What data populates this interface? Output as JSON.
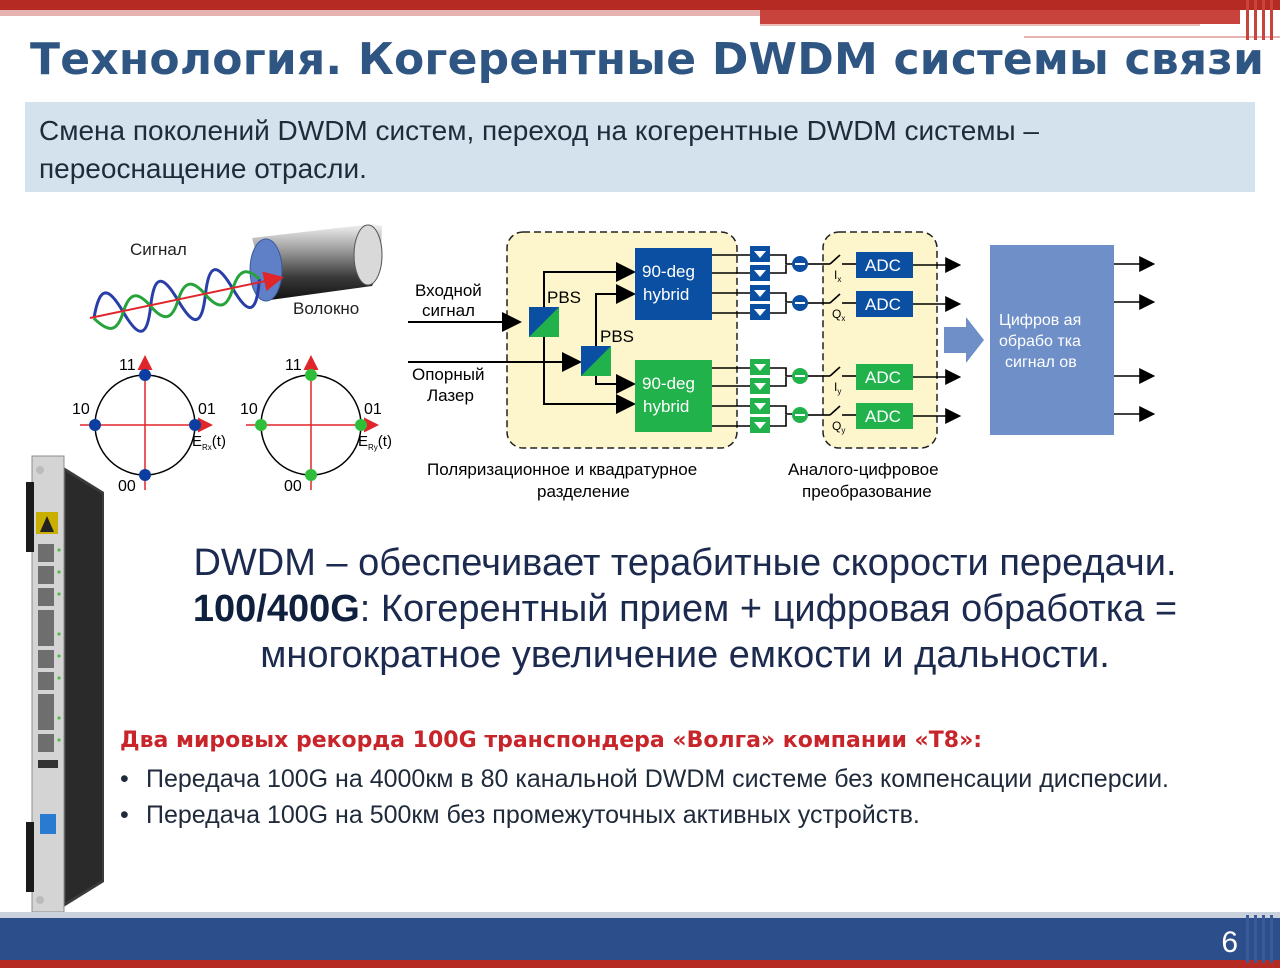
{
  "slide": {
    "title": "Технология. Когерентные DWDM системы связи",
    "subtitle_line1": "Смена поколений DWDM систем, переход на когерентные DWDM системы –",
    "subtitle_line2": "переоснащение отрасли.",
    "page_number": "6"
  },
  "diagram": {
    "signal_label": "Сигнал",
    "fiber_label": "Волокно",
    "input_signal_line1": "Входной",
    "input_signal_line2": "сигнал",
    "ref_laser_line1": "Опорный",
    "ref_laser_line2": "Лазер",
    "pbs_label": "PBS",
    "hybrid_line1": "90-deg",
    "hybrid_line2": "hybrid",
    "adc_label": "ADC",
    "i_x": "I",
    "i_x_sub": "x",
    "q_x": "Q",
    "q_x_sub": "x",
    "i_y": "I",
    "i_y_sub": "y",
    "q_y": "Q",
    "q_y_sub": "y",
    "dsp_line1": "Цифров ая",
    "dsp_line2": "обрабо тка",
    "dsp_line3": "сигнал ов",
    "polar_caption_line1": "Поляризационное и квадратурное",
    "polar_caption_line2": "разделение",
    "adc_caption_line1": "Аналого-цифровое",
    "adc_caption_line2": "преобразование",
    "constellation_x": {
      "top": "11",
      "left": "10",
      "right": "01",
      "bottom": "00",
      "axis": "E",
      "axis_sub": "Rx",
      "axis_arg": "(t)"
    },
    "constellation_y": {
      "top": "11",
      "left": "10",
      "right": "01",
      "bottom": "00",
      "axis": "E",
      "axis_sub": "Ry",
      "axis_arg": "(t)"
    }
  },
  "main": {
    "line1": "DWDM – обеспечивает терабитные скорости передачи.",
    "line2_bold": "100/400G",
    "line2_rest": ": Когерентный прием + цифровая обработка =",
    "line3": "многократное увеличение емкости и дальности."
  },
  "records": {
    "title": "Два мировых рекорда 100G транспондера «Волга» компании «Т8»:",
    "items": [
      "Передача 100G на 4000км в 80 канальной DWDM системе без компенсации дисперсии.",
      "Передача 100G на 500км без промежуточных активных устройств."
    ],
    "bullet": "•"
  },
  "colors": {
    "title_blue": "#2f5683",
    "x_pol_blue": "#0b4fa3",
    "y_pol_green": "#22b24c",
    "record_red": "#c8252b",
    "dsp_box": "#6f8fc8"
  }
}
